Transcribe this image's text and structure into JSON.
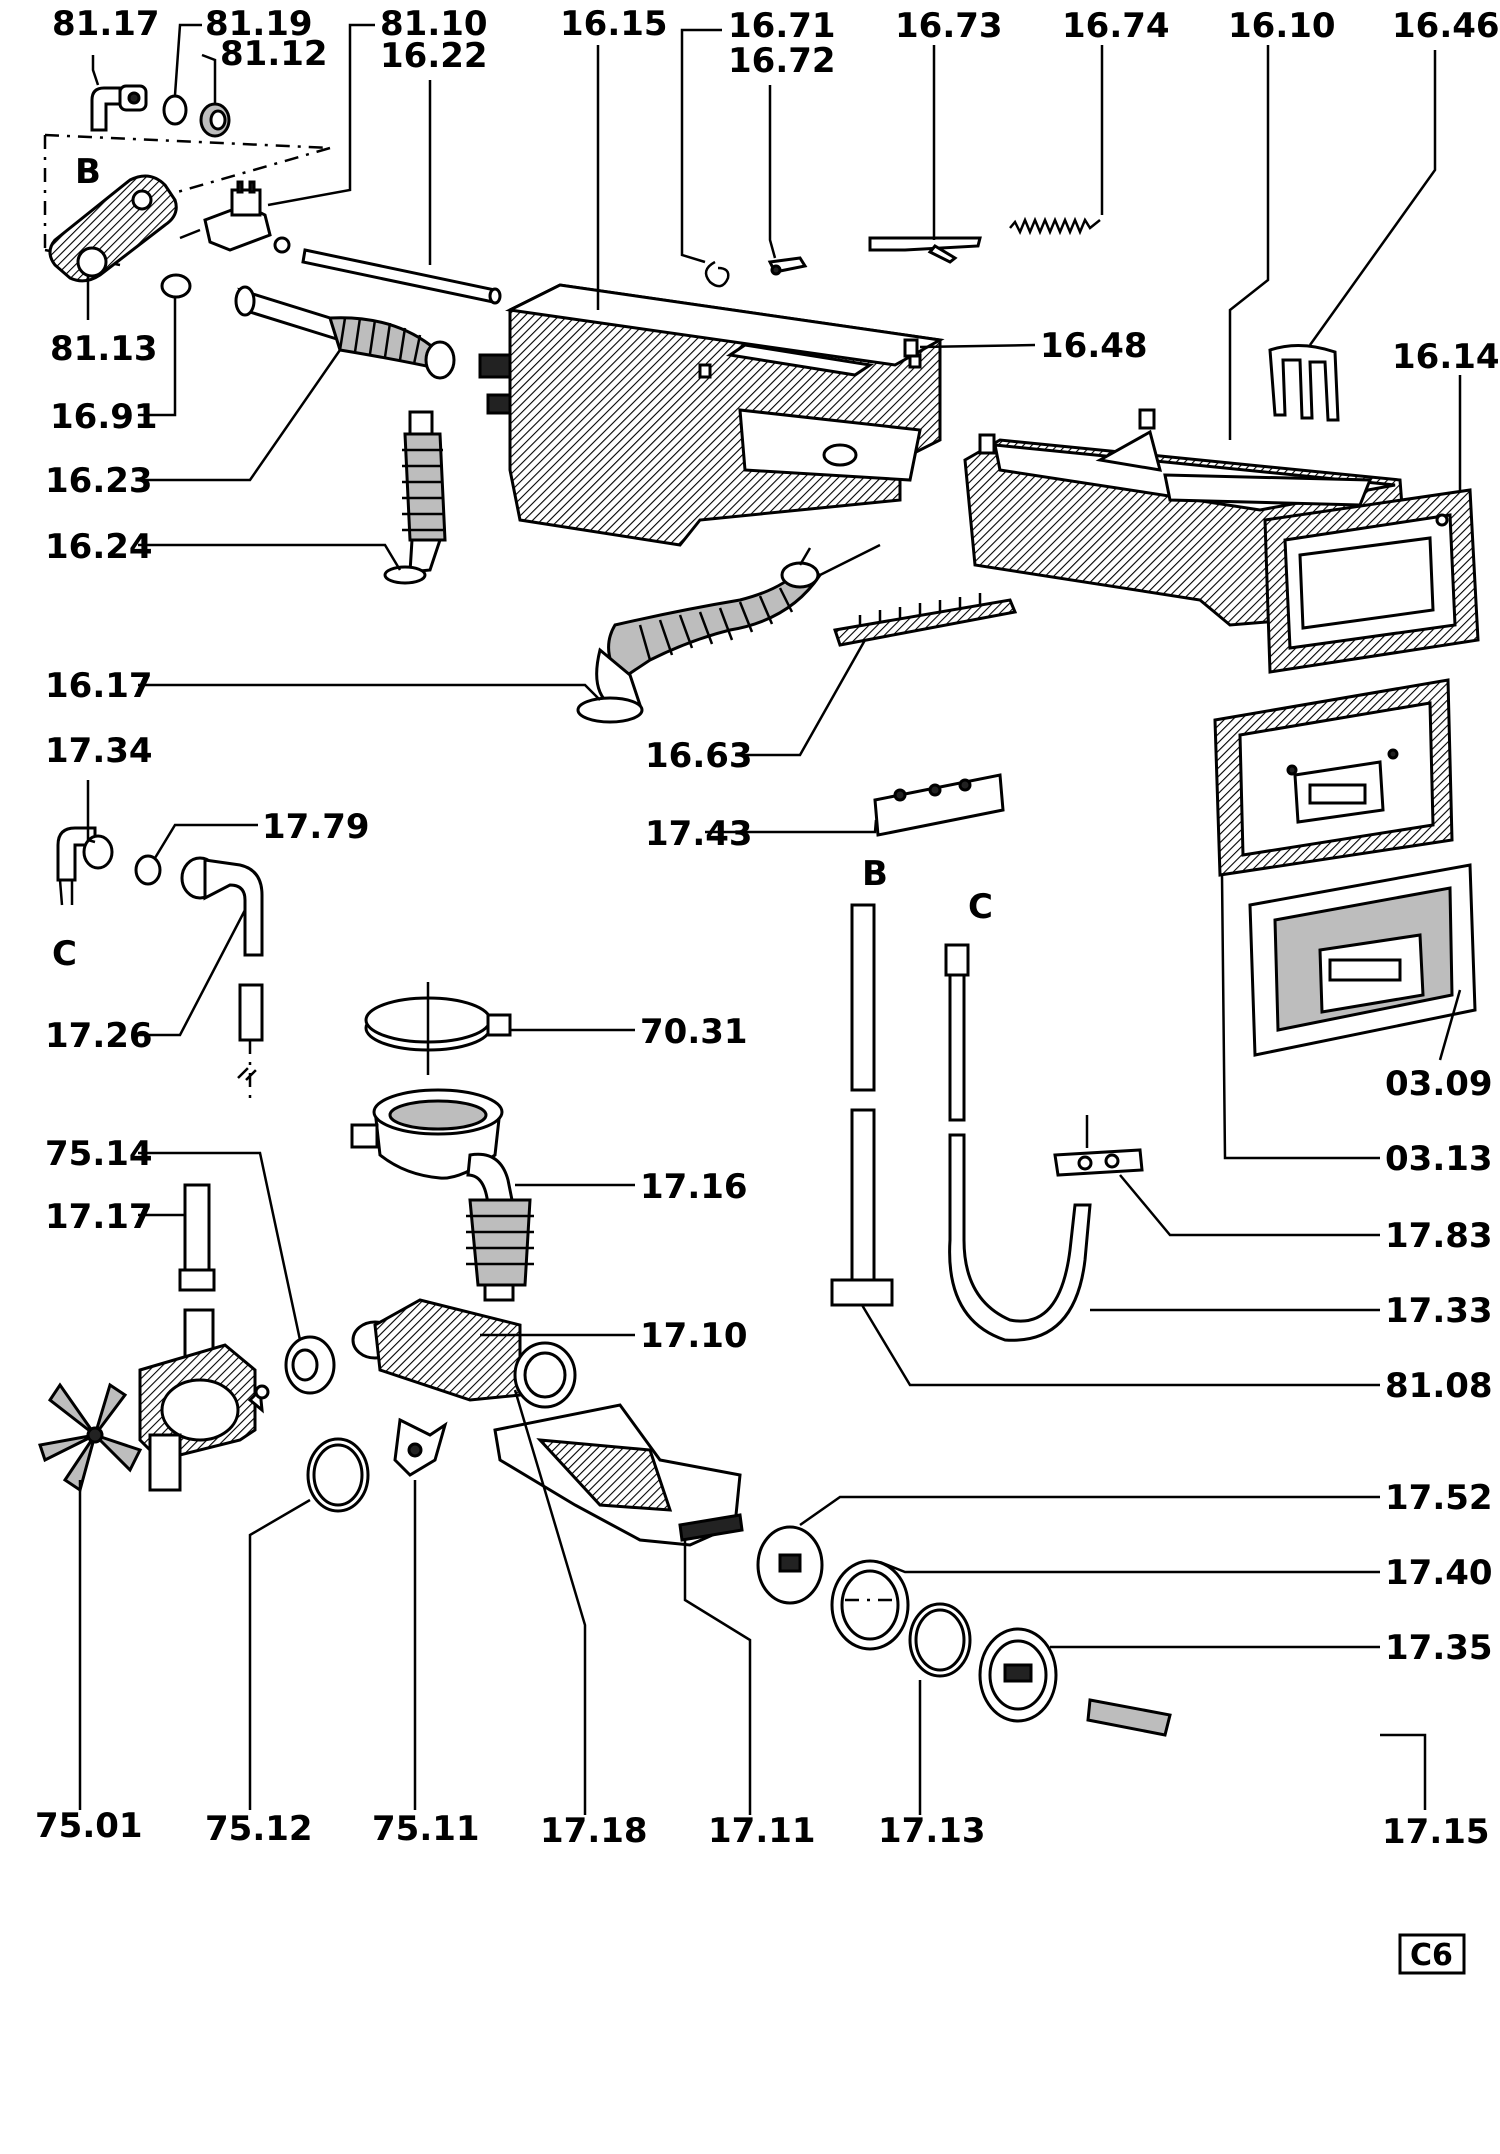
{
  "sheet_code": "C6",
  "section_markers": {
    "B": "B",
    "C": "C"
  },
  "labels": {
    "p81_17": "81.17",
    "p81_19": "81.19",
    "p81_12": "81.12",
    "p81_10": "81.10",
    "p16_22": "16.22",
    "p16_15": "16.15",
    "p16_71": "16.71",
    "p16_72": "16.72",
    "p16_73": "16.73",
    "p16_74": "16.74",
    "p16_10": "16.10",
    "p16_46": "16.46",
    "p16_14": "16.14",
    "p16_48": "16.48",
    "p81_13": "81.13",
    "p16_91": "16.91",
    "p16_23": "16.23",
    "p16_24": "16.24",
    "p16_17": "16.17",
    "p16_63": "16.63",
    "p17_34": "17.34",
    "p17_79": "17.79",
    "p17_43": "17.43",
    "p17_26": "17.26",
    "p70_31": "70.31",
    "p03_09": "03.09",
    "p03_13": "03.13",
    "p75_14": "75.14",
    "p17_16": "17.16",
    "p17_17": "17.17",
    "p17_83": "17.83",
    "p17_10": "17.10",
    "p17_33": "17.33",
    "p81_08": "81.08",
    "p17_52": "17.52",
    "p17_40": "17.40",
    "p17_35": "17.35",
    "p75_01": "75.01",
    "p75_12": "75.12",
    "p75_11": "75.11",
    "p17_18": "17.18",
    "p17_11": "17.11",
    "p17_13": "17.13",
    "p17_15": "17.15"
  }
}
